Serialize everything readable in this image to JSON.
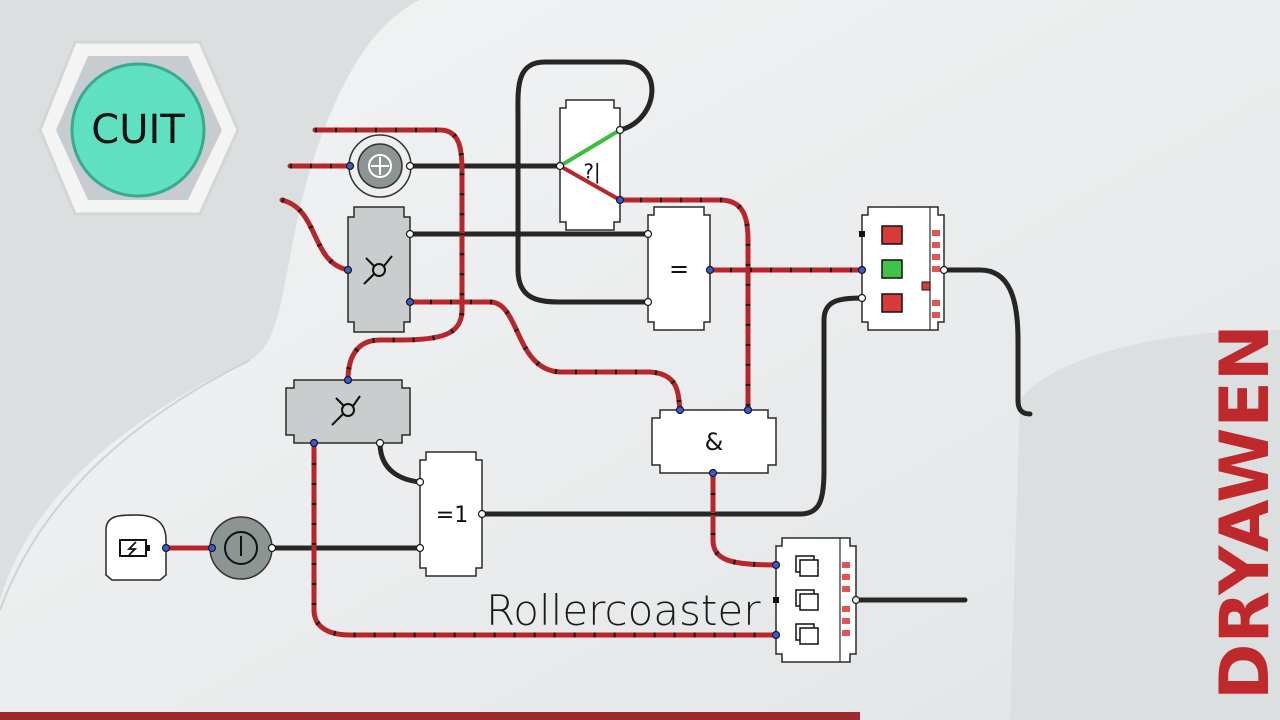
{
  "logo": {
    "text": "CUIT"
  },
  "title": {
    "text": "Rollercoaster"
  },
  "watermark": {
    "text": "DRYAWEN"
  },
  "gates": {
    "equal": {
      "symbol": "="
    },
    "and": {
      "symbol": "&"
    },
    "xor": {
      "symbol": "=1"
    },
    "query": {
      "symbol": "?|"
    }
  },
  "icons": [
    "battery-icon",
    "power-button-icon",
    "switch-icon",
    "rotary-dial-icon",
    "display-indicator-icon"
  ],
  "colors": {
    "signal_active": "#b8262b",
    "signal_inactive": "#262626",
    "indicator_on": "#43c24a",
    "indicator_red": "#d83a3a",
    "logo_teal": "#5fe0c0",
    "brand_red": "#c0292b"
  }
}
